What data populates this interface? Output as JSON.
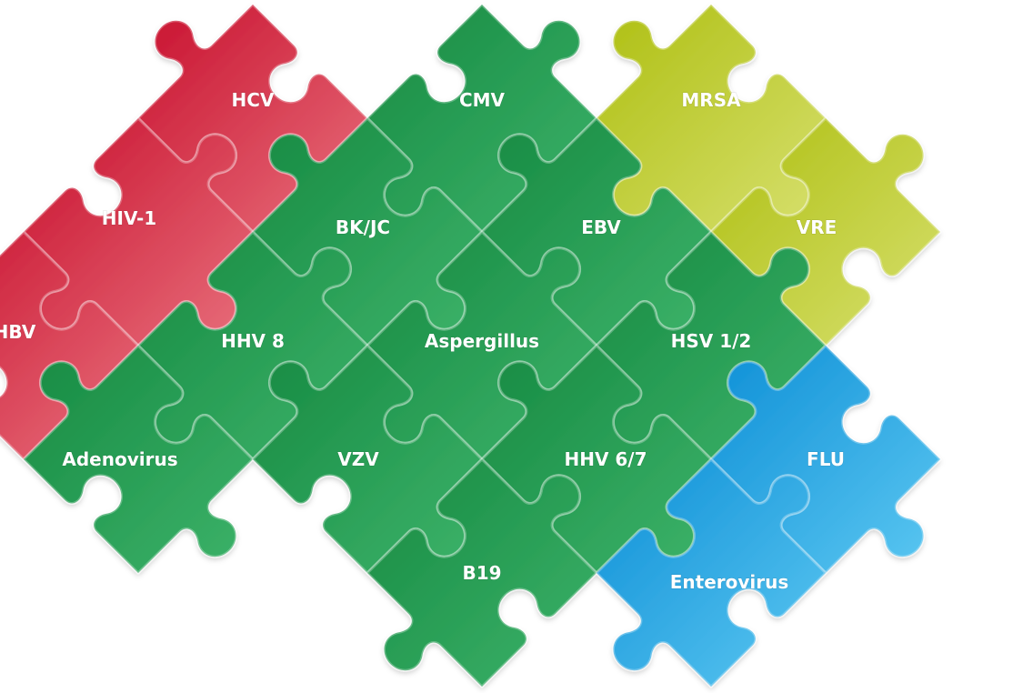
{
  "colors": {
    "red": "#d9364a",
    "green": "#1f9e4c",
    "lime": "#bccf2c",
    "blue": "#1ea6e3"
  },
  "pieces": [
    {
      "label": "HCV",
      "color": "red"
    },
    {
      "label": "CMV",
      "color": "green"
    },
    {
      "label": "MRSA",
      "color": "lime"
    },
    {
      "label": "HIV-1",
      "color": "red"
    },
    {
      "label": "BK/JC",
      "color": "green"
    },
    {
      "label": "EBV",
      "color": "green"
    },
    {
      "label": "VRE",
      "color": "lime"
    },
    {
      "label": "HBV",
      "color": "red"
    },
    {
      "label": "HHV 8",
      "color": "green"
    },
    {
      "label": "Aspergillus",
      "color": "green"
    },
    {
      "label": "HSV 1/2",
      "color": "green"
    },
    {
      "label": "Adenovirus",
      "color": "green"
    },
    {
      "label": "VZV",
      "color": "green"
    },
    {
      "label": "HHV 6/7",
      "color": "green"
    },
    {
      "label": "FLU",
      "color": "blue"
    },
    {
      "label": "B19",
      "color": "green"
    },
    {
      "label": "Enterovirus",
      "color": "blue"
    }
  ]
}
